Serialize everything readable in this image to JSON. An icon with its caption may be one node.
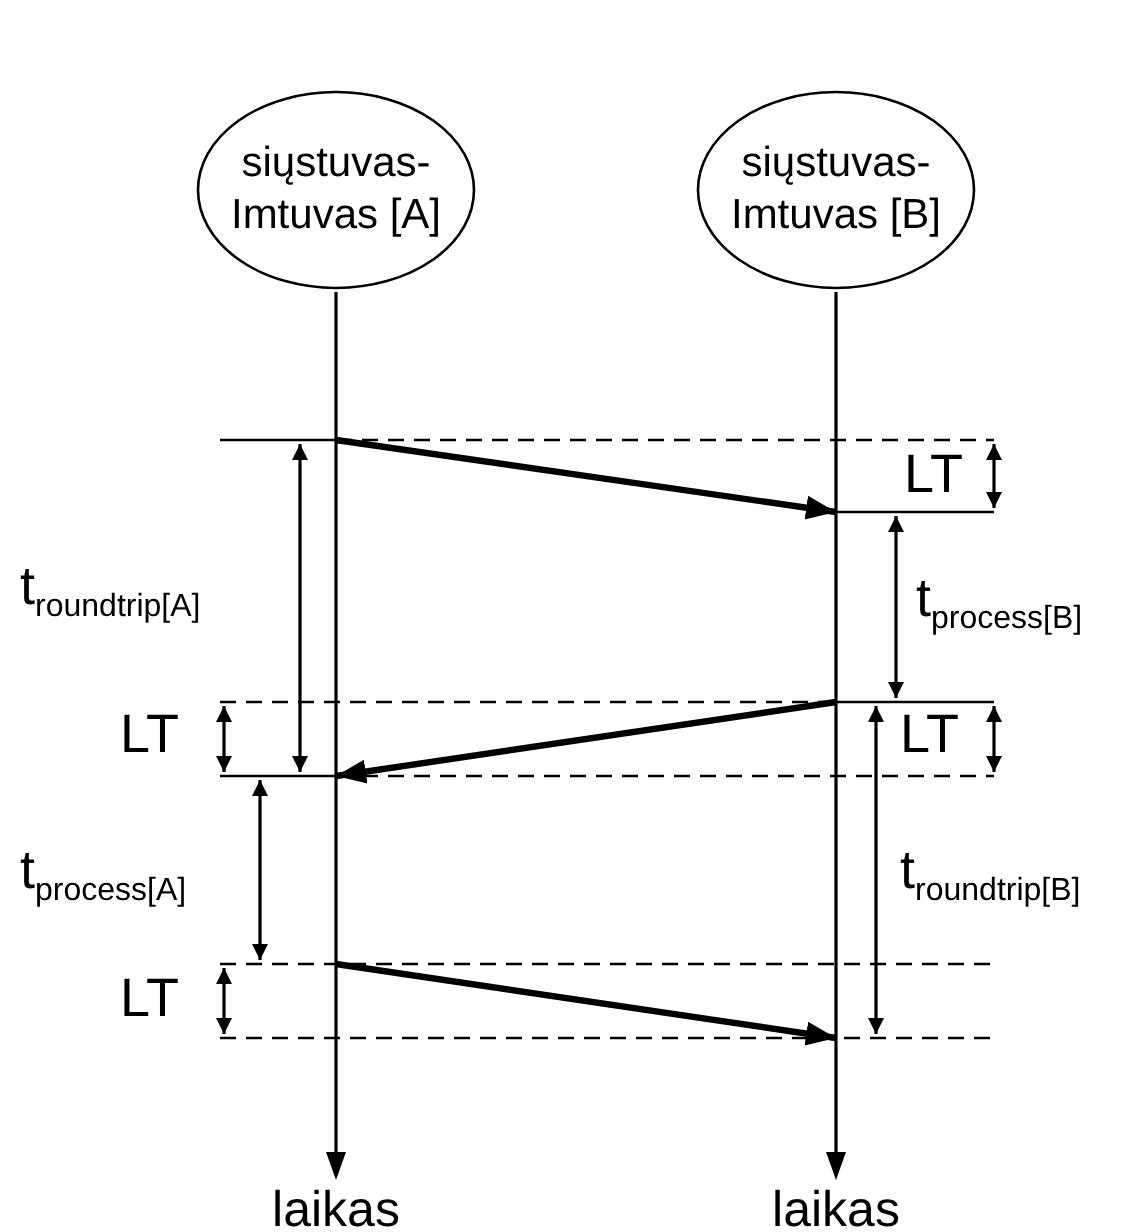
{
  "diagram": {
    "nodes": [
      {
        "text": [
          "siųstuvas-Imtuvas [A]"
        ]
      },
      {
        "text": [
          "siųstuvas-Imtuvas [B]"
        ]
      },
      {
        "text": [],
        "shape": "line",
        "beside": [
          "laikas"
        ]
      },
      {
        "text": [],
        "shape": "line",
        "beside": [
          "laikas"
        ]
      }
    ],
    "edges": [
      {
        "from": 2,
        "to": 3,
        "arrow": "to"
      },
      {
        "from": 3,
        "to": 2,
        "arrow": "to"
      },
      {
        "from": 2,
        "to": 3,
        "arrow": "to"
      }
    ],
    "labels": [
      "LT",
      "t$_{roundtrip[A]}$",
      "t$_{process[B]}$",
      "LT",
      "LT",
      "t$_{process[A]}$",
      "t$_{roundtrip[B]}$",
      "LT"
    ]
  }
}
